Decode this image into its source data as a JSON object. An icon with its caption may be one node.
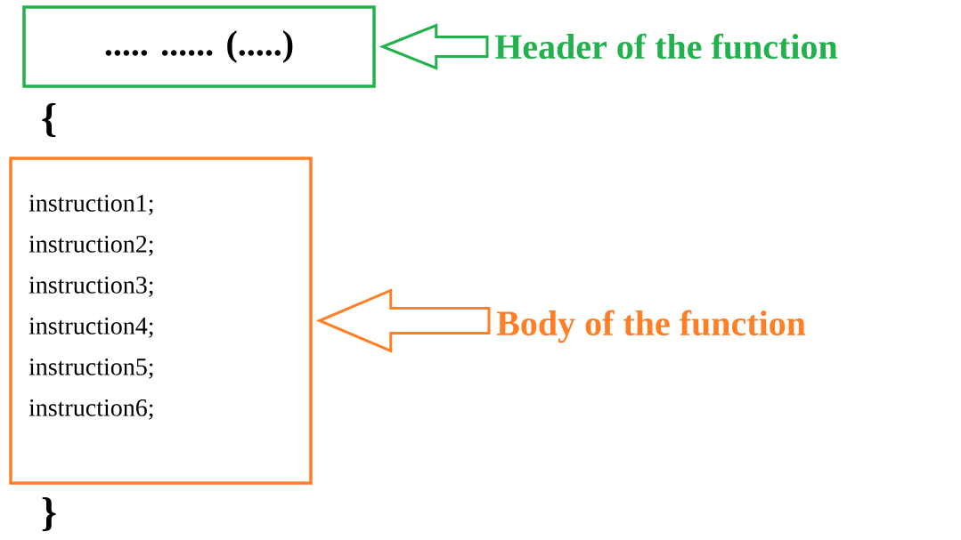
{
  "diagram": {
    "nodes": [
      {
        "text": [
          ".....  ...... (.....)"
        ]
      },
      {
        "text": [
          "Header of the function"
        ]
      },
      {
        "text": [
          "instruction1;",
          "instruction2;",
          "instruction3;",
          "instruction4;",
          "instruction5;",
          "instruction6;"
        ]
      },
      {
        "text": [
          "Body of the function"
        ]
      }
    ],
    "edges": [
      {
        "from": 1,
        "to": 0,
        "arrow": "to",
        "color": "#22b14c"
      },
      {
        "from": 3,
        "to": 2,
        "arrow": "to",
        "color": "#ff7f27"
      }
    ],
    "labels": [
      "{",
      "}"
    ]
  }
}
